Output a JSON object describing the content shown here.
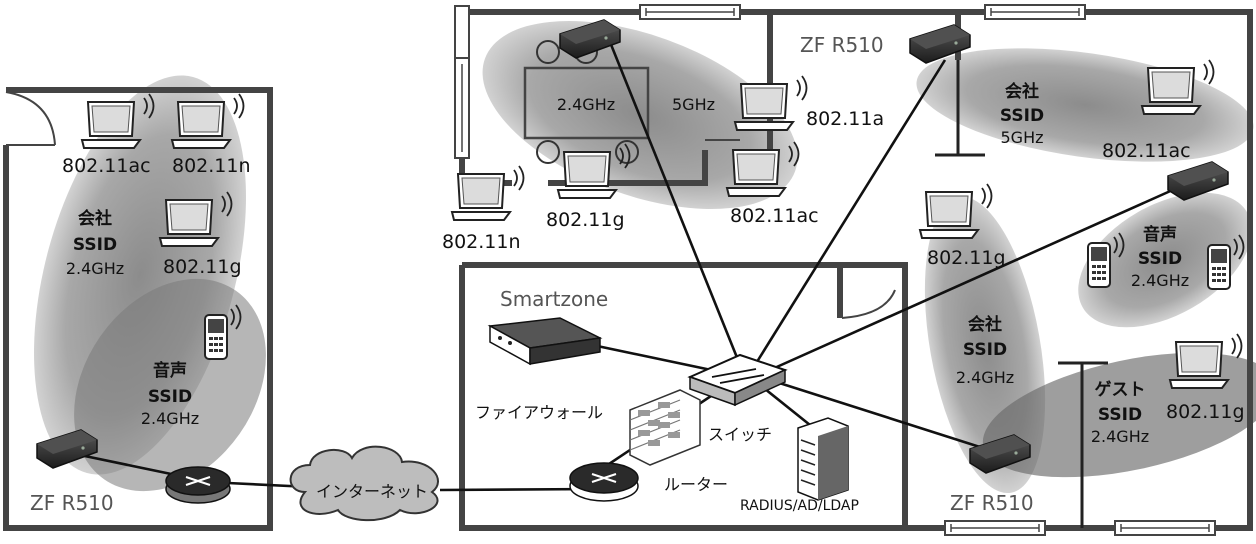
{
  "labels": {
    "left": {
      "laptop1": "802.11ac",
      "laptop2": "802.11n",
      "laptop3": "802.11g",
      "corp_1": "会社",
      "corp_2": "SSID",
      "corp_3": "2.4GHz",
      "voice_1": "音声",
      "voice_2": "SSID",
      "voice_3": "2.4GHz",
      "ap": "ZF R510"
    },
    "internet": "インターネット",
    "conference": {
      "band24": "2.4GHz",
      "band5": "5GHz",
      "laptop_a": "802.11a",
      "laptop_g": "802.11g",
      "laptop_n": "802.11n",
      "laptop_ac": "802.11ac"
    },
    "core": {
      "smartzone": "Smartzone",
      "firewall": "ファイアウォール",
      "switch": "スイッチ",
      "router": "ルーター",
      "radius": "RADIUS/AD/LDAP"
    },
    "right": {
      "ap_top": "ZF R510",
      "corp5_1": "会社",
      "corp5_2": "SSID",
      "corp5_3": "5GHz",
      "laptop_ac": "802.11ac",
      "voice_1": "音声",
      "voice_2": "SSID",
      "voice_3": "2.4GHz",
      "laptop_g_mid": "802.11g",
      "corp24_1": "会社",
      "corp24_2": "SSID",
      "corp24_3": "2.4GHz",
      "guest_1": "ゲスト",
      "guest_2": "SSID",
      "guest_3": "2.4GHz",
      "laptop_g_low": "802.11g",
      "ap_bottom": "ZF R510"
    }
  },
  "colors": {
    "wall": "#444444",
    "coverage": "#9a9a9a",
    "device_dark": "#2b2b2b"
  },
  "icons": [
    "laptop-icon",
    "access-point-icon",
    "router-icon",
    "switch-icon",
    "firewall-icon",
    "server-icon",
    "phone-icon",
    "cloud-icon",
    "controller-icon"
  ]
}
